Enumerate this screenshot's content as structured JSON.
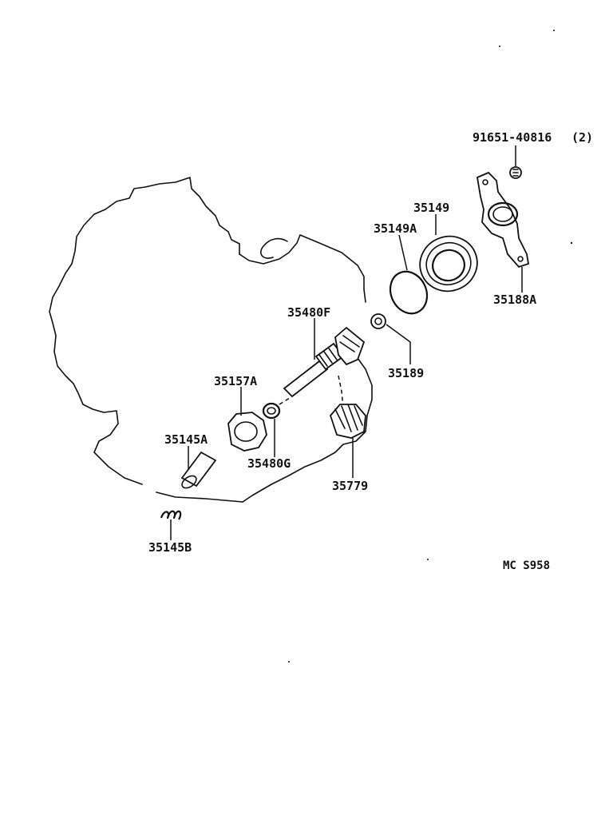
{
  "diagram": {
    "parts": [
      {
        "id": "bolt",
        "number": "91651-40816",
        "qty": "(2)"
      },
      {
        "id": "bracket",
        "number": "35188A"
      },
      {
        "id": "oil-seal",
        "number": "35149"
      },
      {
        "id": "o-ring",
        "number": "35149A"
      },
      {
        "id": "small-plug",
        "number": "35189"
      },
      {
        "id": "driven-shaft",
        "number": "35480F"
      },
      {
        "id": "sleeve",
        "number": "35157A"
      },
      {
        "id": "washer",
        "number": "35480G"
      },
      {
        "id": "drive-gear",
        "number": "35779"
      },
      {
        "id": "pin",
        "number": "35145A"
      },
      {
        "id": "spring",
        "number": "35145B"
      }
    ],
    "drawing_code": "MC S958"
  }
}
